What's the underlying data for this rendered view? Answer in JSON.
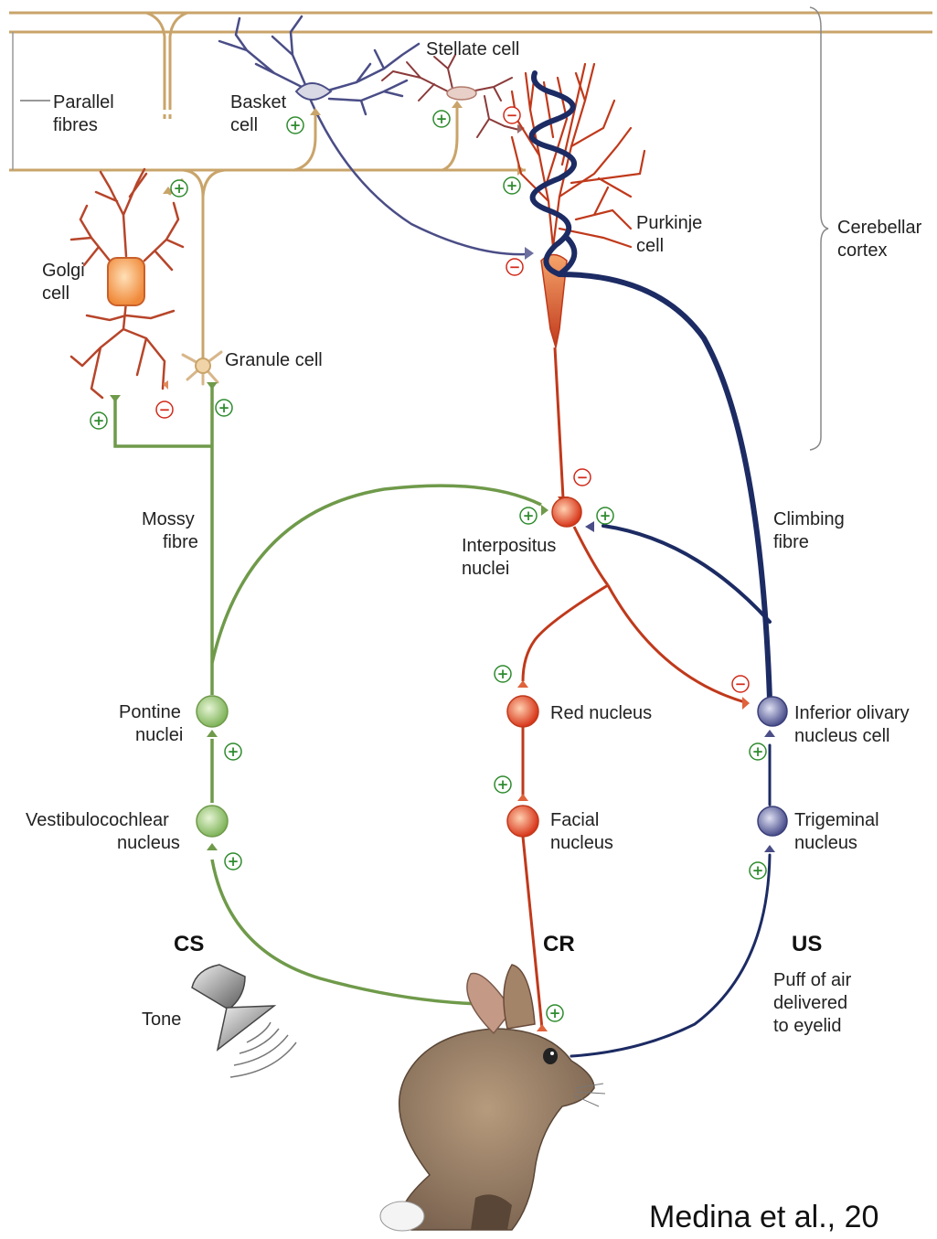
{
  "labels": {
    "parallel_fibres": [
      "Parallel",
      "fibres"
    ],
    "basket_cell": [
      "Basket",
      "cell"
    ],
    "stellate_cell": "Stellate cell",
    "purkinje_cell": [
      "Purkinje",
      "cell"
    ],
    "cerebellar_cortex": [
      "Cerebellar",
      "cortex"
    ],
    "golgi_cell": [
      "Golgi",
      "cell"
    ],
    "granule_cell": "Granule cell",
    "mossy_fibre": [
      "Mossy",
      "fibre"
    ],
    "interpositus_nuclei": [
      "Interpositus",
      "nuclei"
    ],
    "climbing_fibre": [
      "Climbing",
      "fibre"
    ],
    "pontine_nuclei": [
      "Pontine",
      "nuclei"
    ],
    "red_nucleus": "Red nucleus",
    "inferior_olivary": [
      "Inferior olivary",
      "nucleus cell"
    ],
    "vestibulocochlear": [
      "Vestibulocochlear",
      "nucleus"
    ],
    "facial_nucleus": [
      "Facial",
      "nucleus"
    ],
    "trigeminal_nucleus": [
      "Trigeminal",
      "nucleus"
    ],
    "cs": "CS",
    "cr": "CR",
    "us": "US",
    "tone": "Tone",
    "puff": [
      "Puff of air",
      "delivered",
      "to eyelid"
    ],
    "citation": "Medina et al., 20"
  },
  "signs": {
    "plus": "+",
    "minus": "−"
  },
  "colors": {
    "parallel_fibre": "#c9a46a",
    "green_pathway": "#6f9a4a",
    "red_pathway": "#c0391b",
    "blue_pathway": "#1c2b63",
    "basket": "#4a4d86",
    "purkinje": "#c0391b",
    "golgi": "#b7452a",
    "stellate": "#8b3a3a",
    "plus_sign": "#2e8b2e",
    "minus_sign": "#d12a1a"
  }
}
